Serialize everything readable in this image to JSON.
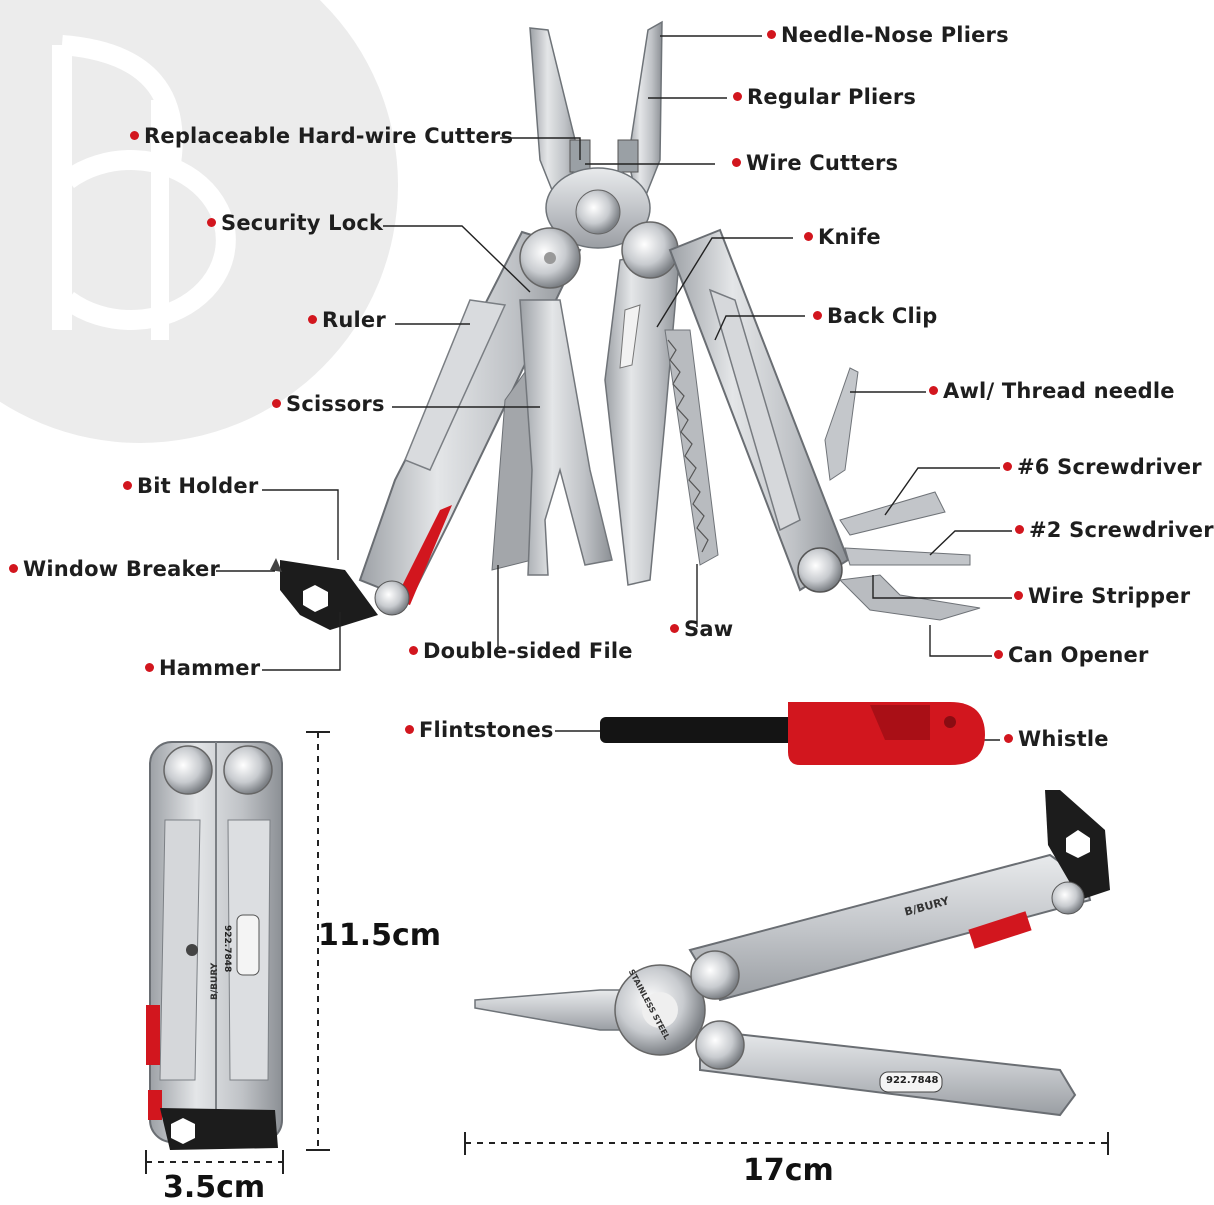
{
  "brand": {
    "name": "B/BURY",
    "model_tag": "922.7848",
    "engraving": "STAINLESS STEEL",
    "colors": {
      "steel": "#c9ccd0",
      "steel_dark": "#8e9297",
      "accent": "#d2161e",
      "black": "#1c1c1c",
      "logo_bg": "#ededed"
    }
  },
  "labels": {
    "needle_nose_pliers": "Needle-Nose Pliers",
    "regular_pliers": "Regular Pliers",
    "replaceable_cutters": "Replaceable Hard-wire Cutters",
    "wire_cutters": "Wire Cutters",
    "security_lock": "Security Lock",
    "knife": "Knife",
    "ruler": "Ruler",
    "back_clip": "Back Clip",
    "scissors": "Scissors",
    "awl": "Awl/ Thread needle",
    "bit_holder": "Bit Holder",
    "screwdriver_6": "#6 Screwdriver",
    "screwdriver_2": "#2 Screwdriver",
    "window_breaker": "Window Breaker",
    "wire_stripper": "Wire Stripper",
    "saw": "Saw",
    "double_sided_file": "Double-sided File",
    "can_opener": "Can Opener",
    "hammer": "Hammer",
    "flintstones": "Flintstones",
    "whistle": "Whistle"
  },
  "dimensions": {
    "height": "11.5cm",
    "width": "3.5cm",
    "length_open": "17cm"
  }
}
